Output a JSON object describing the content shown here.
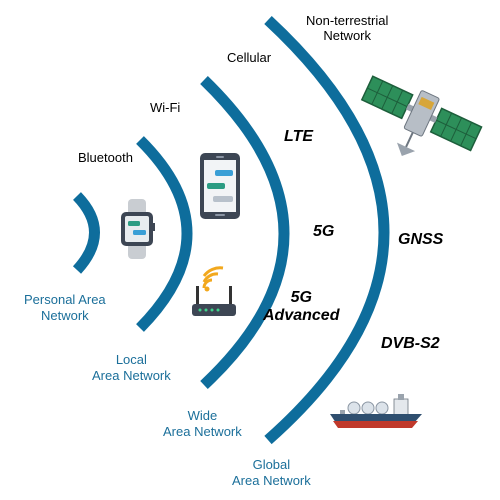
{
  "colors": {
    "arc": "#0e6d9c",
    "area_text": "#1b6f9a",
    "wifi_signal": "#f2a81d"
  },
  "bands": {
    "bluetooth": "Bluetooth",
    "wifi": "Wi-Fi",
    "cellular": "Cellular",
    "ntn": "Non-terrestrial\nNetwork"
  },
  "areas": {
    "pan": "Personal Area\nNetwork",
    "lan": "Local\nArea Network",
    "wan": "Wide\nArea Network",
    "gan": "Global\nArea Network"
  },
  "technologies": {
    "lte": "LTE",
    "fiveg": "5G",
    "fiveg_adv": "5G\nAdvanced",
    "gnss": "GNSS",
    "dvbs2": "DVB-S2"
  },
  "icons": [
    "smartwatch-icon",
    "smartphone-icon",
    "wifi-router-icon",
    "satellite-icon",
    "cargo-ship-icon"
  ]
}
